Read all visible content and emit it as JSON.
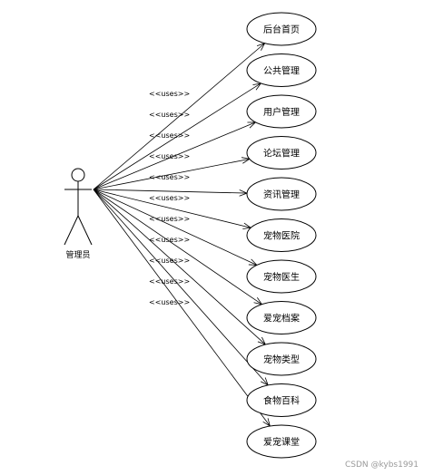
{
  "actor": {
    "label": "管理员"
  },
  "relation_label": "<<uses>>",
  "use_cases": [
    {
      "label": "后台首页"
    },
    {
      "label": "公共管理"
    },
    {
      "label": "用户管理"
    },
    {
      "label": "论坛管理"
    },
    {
      "label": "资讯管理"
    },
    {
      "label": "宠物医院"
    },
    {
      "label": "宠物医生"
    },
    {
      "label": "爱宠档案"
    },
    {
      "label": "宠物类型"
    },
    {
      "label": "食物百科"
    },
    {
      "label": "爱宠课堂"
    }
  ],
  "watermark": "CSDN @kybs1991"
}
